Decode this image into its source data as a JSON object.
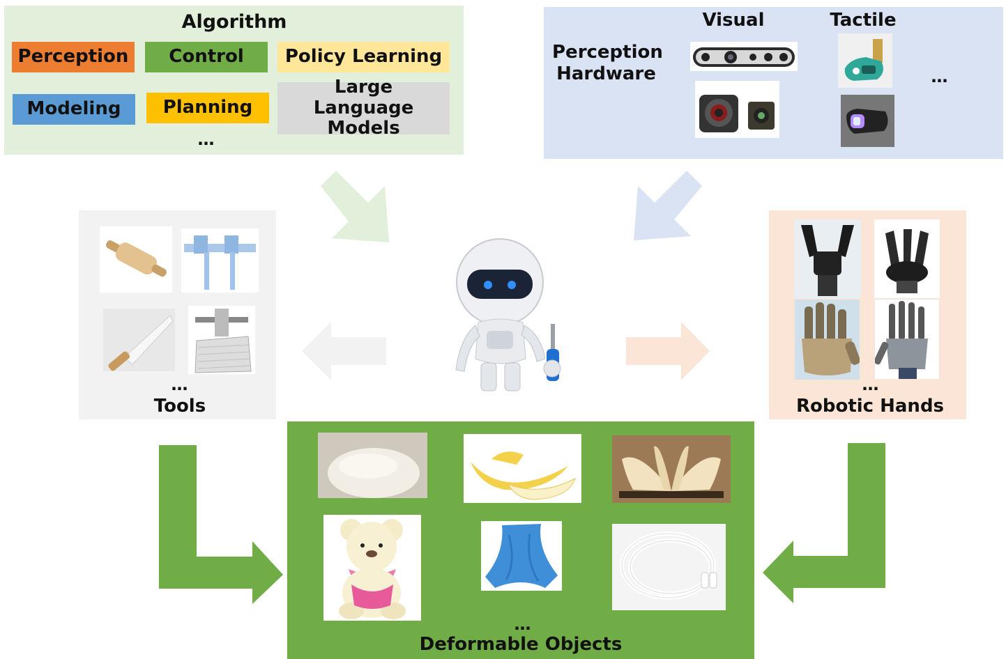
{
  "algorithm": {
    "title": "Algorithm",
    "items": [
      {
        "label": "Perception",
        "color": "#ed7d31"
      },
      {
        "label": "Control",
        "color": "#70ad47"
      },
      {
        "label": "Policy Learning",
        "color": "#ffe699"
      },
      {
        "label": "Modeling",
        "color": "#5b9bd5"
      },
      {
        "label": "Planning",
        "color": "#ffc000"
      },
      {
        "label": "Large Language Models",
        "color": "#d9d9d9"
      }
    ],
    "more": "…",
    "bg": "#e2efda"
  },
  "hardware": {
    "title": "Perception Hardware",
    "visual": "Visual",
    "tactile": "Tactile",
    "more": "…",
    "bg": "#dae3f3"
  },
  "tools": {
    "title": "Tools",
    "more": "…",
    "bg": "#f2f2f2"
  },
  "hands": {
    "title": "Robotic Hands",
    "more": "…",
    "bg": "#fbe5d6"
  },
  "objects": {
    "title": "Deformable Objects",
    "more": "…",
    "bg": "#70ad47"
  },
  "arrows": {
    "green": "#e2efda",
    "blue": "#dae3f3",
    "gray": "#f2f2f2",
    "peach": "#fbe5d6",
    "dark_green": "#70ad47"
  }
}
